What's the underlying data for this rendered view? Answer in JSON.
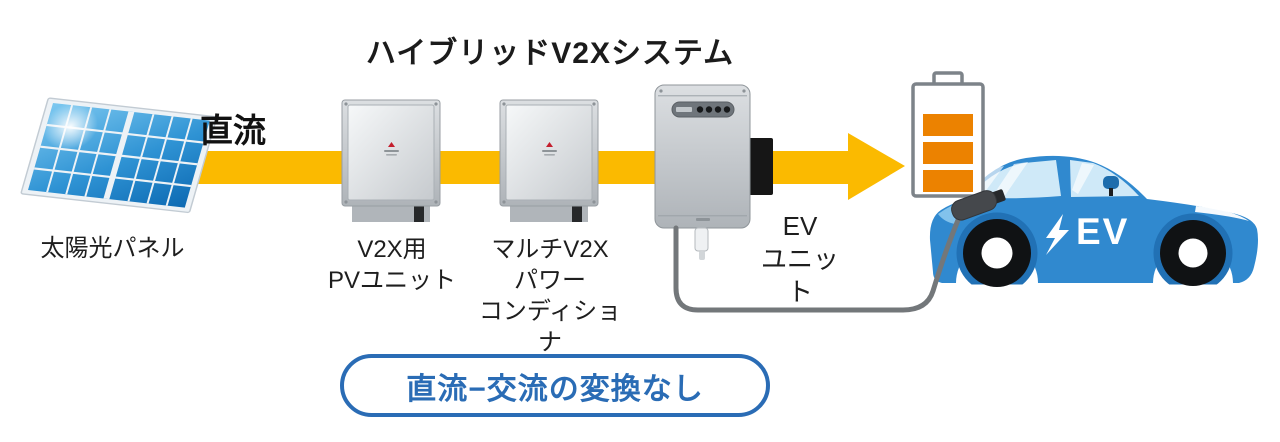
{
  "title": "ハイブリッドV2Xシステム",
  "flow": {
    "dc_label": "直流",
    "arrow_color": "#fbba00",
    "direction": "left-to-right"
  },
  "solar_panel": {
    "label": "太陽光パネル",
    "cell_color": "#2f93d4"
  },
  "pv_unit": {
    "label_line1": "V2X用",
    "label_line2": "PVユニット"
  },
  "power_conditioner": {
    "label_line1": "マルチV2X",
    "label_line2": "パワー",
    "label_line3": "コンディショナ"
  },
  "ev_unit": {
    "label_line1": "EV",
    "label_line2": "ユニット"
  },
  "battery": {
    "charge_bars": 3,
    "bar_color": "#ec8200",
    "outline_color": "#7d8389"
  },
  "car": {
    "badge": "EV",
    "body_color": "#3089cf",
    "window_color": "#cfe9f8"
  },
  "note": {
    "text": "直流−交流の変換なし",
    "accent_color": "#2a6cb5"
  }
}
